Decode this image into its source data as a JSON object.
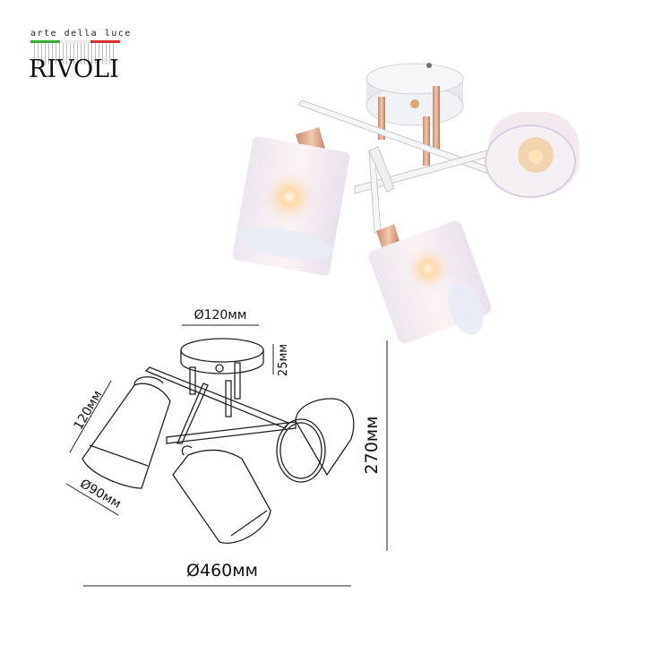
{
  "brand": {
    "tagline": "arte della luce",
    "name": "RIVOLI",
    "flag_colors": [
      "#3aa935",
      "#ffffff",
      "#d4322b"
    ]
  },
  "product": {
    "type": "ceiling-lamp",
    "shades": 3,
    "colors": {
      "frame": "#f2f3f5",
      "accent": "#d9a98e",
      "glass": "#f4eef2"
    }
  },
  "dimensions": {
    "canopy_diameter": "Ø120мм",
    "canopy_height": "25мм",
    "shade_height": "120мм",
    "shade_diameter": "Ø90мм",
    "total_height": "270мм",
    "total_diameter": "Ø460мм"
  }
}
